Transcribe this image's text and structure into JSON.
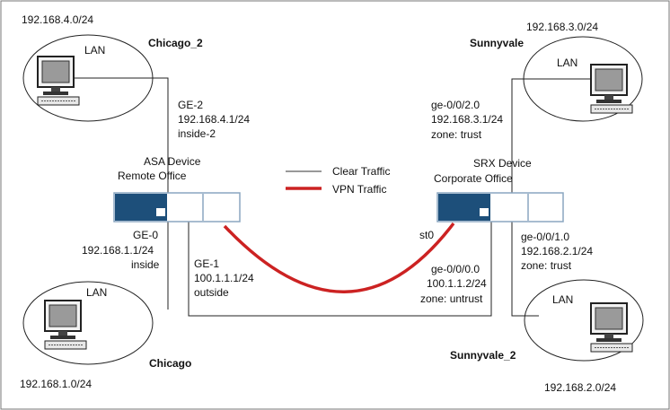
{
  "subnets": {
    "top_left": "192.168.4.0/24",
    "top_right": "192.168.3.0/24",
    "bottom_left": "192.168.1.0/24",
    "bottom_right": "192.168.2.0/24"
  },
  "sites": {
    "chicago_2": "Chicago_2",
    "sunnyvale": "Sunnyvale",
    "chicago": "Chicago",
    "sunnyvale_2": "Sunnyvale_2"
  },
  "lan_label": "LAN",
  "asa": {
    "title": "ASA Device",
    "subtitle": "Remote Office",
    "ge2": [
      "GE-2",
      "192.168.4.1/24",
      "inside-2"
    ],
    "ge0": [
      "GE-0",
      "192.168.1.1/24",
      "inside"
    ],
    "ge1": [
      "GE-1",
      "100.1.1.1/24",
      "outside"
    ]
  },
  "srx": {
    "title": "SRX Device",
    "subtitle": "Corporate Office",
    "trust_top": [
      "ge-0/0/2.0",
      "192.168.3.1/24",
      "zone: trust"
    ],
    "trust_bottom": [
      "ge-0/0/1.0",
      "192.168.2.1/24",
      "zone: trust"
    ],
    "untrust": [
      "ge-0/0/0.0",
      "100.1.1.2/24",
      "zone: untrust"
    ],
    "tunnel": "st0"
  },
  "legend": {
    "clear": "Clear Traffic",
    "vpn": "VPN Traffic"
  },
  "colors": {
    "vpn": "#cc2222",
    "device_accent": "#1d4f7a",
    "device_border": "#8aa6c0"
  }
}
